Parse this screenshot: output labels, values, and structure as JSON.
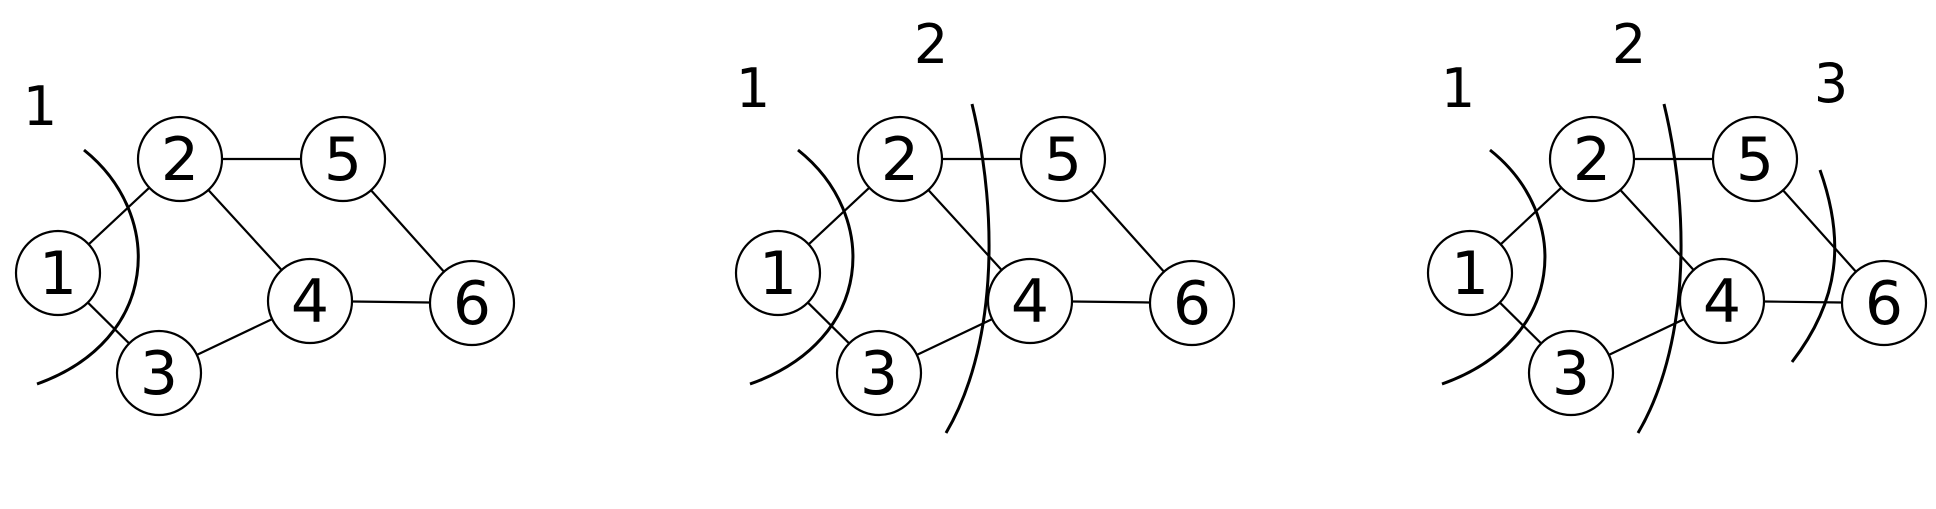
{
  "colors": {
    "stroke": "#000000",
    "node_fill": "#ffffff",
    "background": "#ffffff"
  },
  "panels": [
    {
      "id": "panel-1",
      "nodes": [
        {
          "id": "1",
          "label": "1"
        },
        {
          "id": "2",
          "label": "2"
        },
        {
          "id": "3",
          "label": "3"
        },
        {
          "id": "4",
          "label": "4"
        },
        {
          "id": "5",
          "label": "5"
        },
        {
          "id": "6",
          "label": "6"
        }
      ],
      "edges": [
        [
          "1",
          "2"
        ],
        [
          "1",
          "3"
        ],
        [
          "2",
          "5"
        ],
        [
          "2",
          "4"
        ],
        [
          "3",
          "4"
        ],
        [
          "4",
          "6"
        ],
        [
          "5",
          "6"
        ]
      ],
      "cut_labels": [
        "1"
      ]
    },
    {
      "id": "panel-2",
      "nodes": [
        {
          "id": "1",
          "label": "1"
        },
        {
          "id": "2",
          "label": "2"
        },
        {
          "id": "3",
          "label": "3"
        },
        {
          "id": "4",
          "label": "4"
        },
        {
          "id": "5",
          "label": "5"
        },
        {
          "id": "6",
          "label": "6"
        }
      ],
      "edges": [
        [
          "1",
          "2"
        ],
        [
          "1",
          "3"
        ],
        [
          "2",
          "5"
        ],
        [
          "2",
          "4"
        ],
        [
          "3",
          "4"
        ],
        [
          "4",
          "6"
        ],
        [
          "5",
          "6"
        ]
      ],
      "cut_labels": [
        "1",
        "2"
      ]
    },
    {
      "id": "panel-3",
      "nodes": [
        {
          "id": "1",
          "label": "1"
        },
        {
          "id": "2",
          "label": "2"
        },
        {
          "id": "3",
          "label": "3"
        },
        {
          "id": "4",
          "label": "4"
        },
        {
          "id": "5",
          "label": "5"
        },
        {
          "id": "6",
          "label": "6"
        }
      ],
      "edges": [
        [
          "1",
          "2"
        ],
        [
          "1",
          "3"
        ],
        [
          "2",
          "5"
        ],
        [
          "2",
          "4"
        ],
        [
          "3",
          "4"
        ],
        [
          "4",
          "6"
        ],
        [
          "5",
          "6"
        ]
      ],
      "cut_labels": [
        "1",
        "2",
        "3"
      ]
    }
  ]
}
